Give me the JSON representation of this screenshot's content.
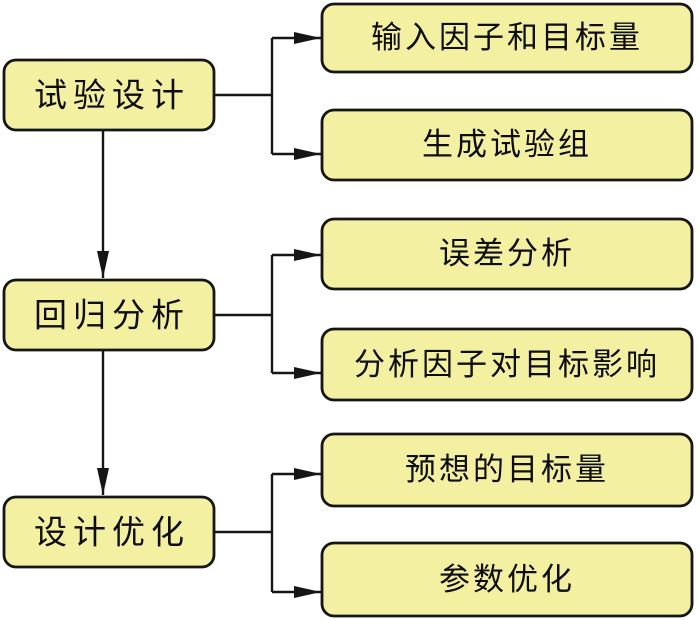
{
  "diagram": {
    "type": "flowchart",
    "colors": {
      "node_fill": "#F3F0A2",
      "node_border": "#161616",
      "connector": "#161616",
      "background": "#FFFFFF"
    },
    "stages": [
      {
        "label": "试验设计",
        "children": [
          {
            "label": "输入因子和目标量"
          },
          {
            "label": "生成试验组"
          }
        ]
      },
      {
        "label": "回归分析",
        "children": [
          {
            "label": "误差分析"
          },
          {
            "label": "分析因子对目标影响"
          }
        ]
      },
      {
        "label": "设计优化",
        "children": [
          {
            "label": "预想的目标量"
          },
          {
            "label": "参数优化"
          }
        ]
      }
    ]
  }
}
